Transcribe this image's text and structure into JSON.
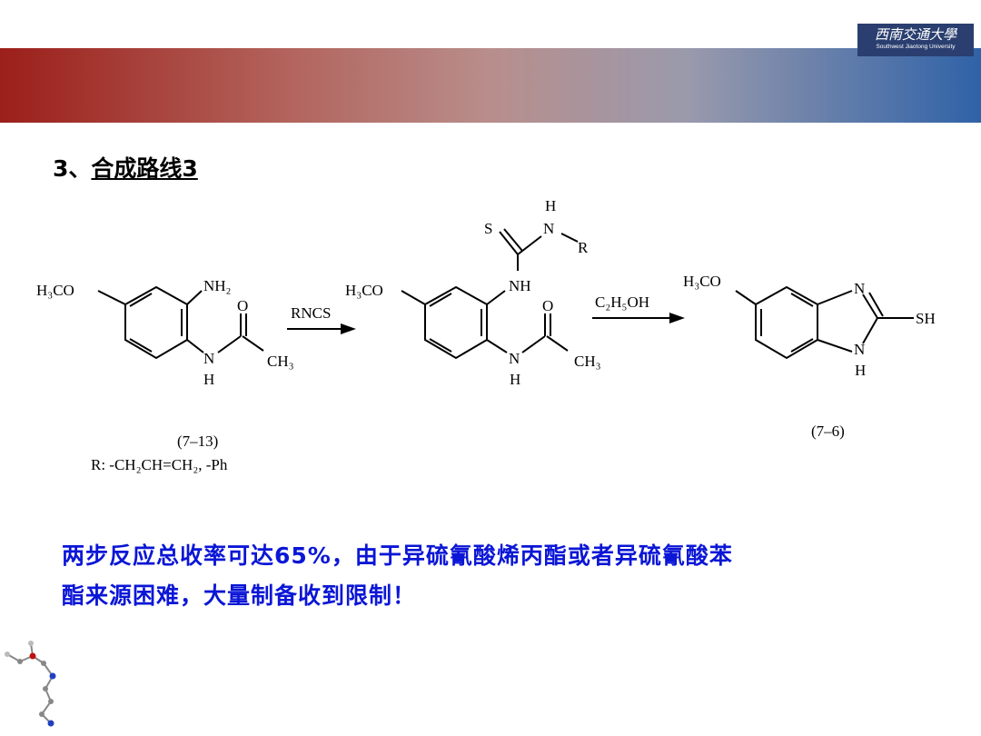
{
  "header": {
    "logo_cn": "西南交通大學",
    "logo_en": "Southwest Jiaotong University"
  },
  "heading": {
    "number": "3、",
    "title": "合成路线3"
  },
  "scheme": {
    "sm": {
      "h3co": "H₃CO",
      "nh2": "NH₂",
      "o": "O",
      "n": "N",
      "h": "H",
      "ch3": "CH₃",
      "code": "(7–13)",
      "r_def": "R: -CH₂CH=CH₂, -Ph"
    },
    "arrow1": {
      "reagent": "RNCS"
    },
    "mid": {
      "h3co": "H₃CO",
      "nh": "NH",
      "s": "S",
      "n_top": "N",
      "h_top": "H",
      "r": "R",
      "o": "O",
      "n": "N",
      "h": "H",
      "ch3": "CH₃"
    },
    "arrow2": {
      "reagent": "C₂H₅OH"
    },
    "product": {
      "h3co": "H₃CO",
      "n_top": "N",
      "n_bottom": "N",
      "h": "H",
      "sh": "SH",
      "code": "(7–6)"
    }
  },
  "note": {
    "line1": "两步反应总收率可达65%，由于异硫氰酸烯丙酯或者异硫氰酸苯",
    "line2": "酯来源困难，大量制备收到限制！"
  }
}
